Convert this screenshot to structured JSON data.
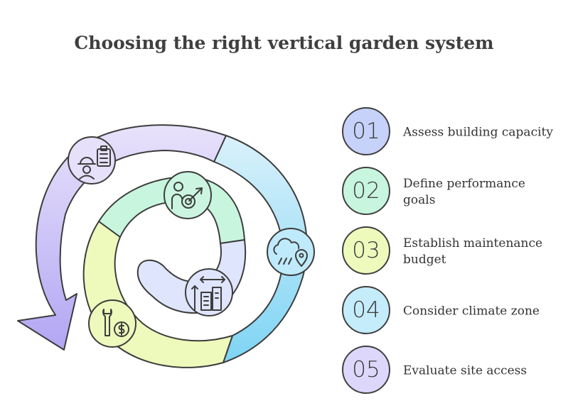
{
  "title": "Choosing the right vertical garden system",
  "steps": [
    {
      "number": "01",
      "label": "Assess building capacity",
      "color": "#c7d2fb",
      "icon": "engineer-clipboard-icon"
    },
    {
      "number": "02",
      "label": "Define performance goals",
      "color": "#c7f5dd",
      "icon": "person-target-icon"
    },
    {
      "number": "03",
      "label": "Establish maintenance budget",
      "color": "#eefabc",
      "icon": "wrench-dollar-icon"
    },
    {
      "number": "04",
      "label": "Consider climate zone",
      "color": "#c4ecfb",
      "icon": "cloud-rain-location-icon"
    },
    {
      "number": "05",
      "label": "Evaluate site access",
      "color": "#ddd8fb",
      "icon": "building-measure-icon"
    }
  ]
}
